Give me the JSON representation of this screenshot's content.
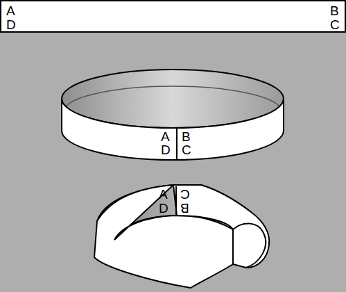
{
  "diagram": {
    "labels": [
      "A",
      "B",
      "D",
      "C",
      "A",
      "B",
      "D",
      "C",
      "A",
      "C",
      "D",
      "B"
    ]
  }
}
